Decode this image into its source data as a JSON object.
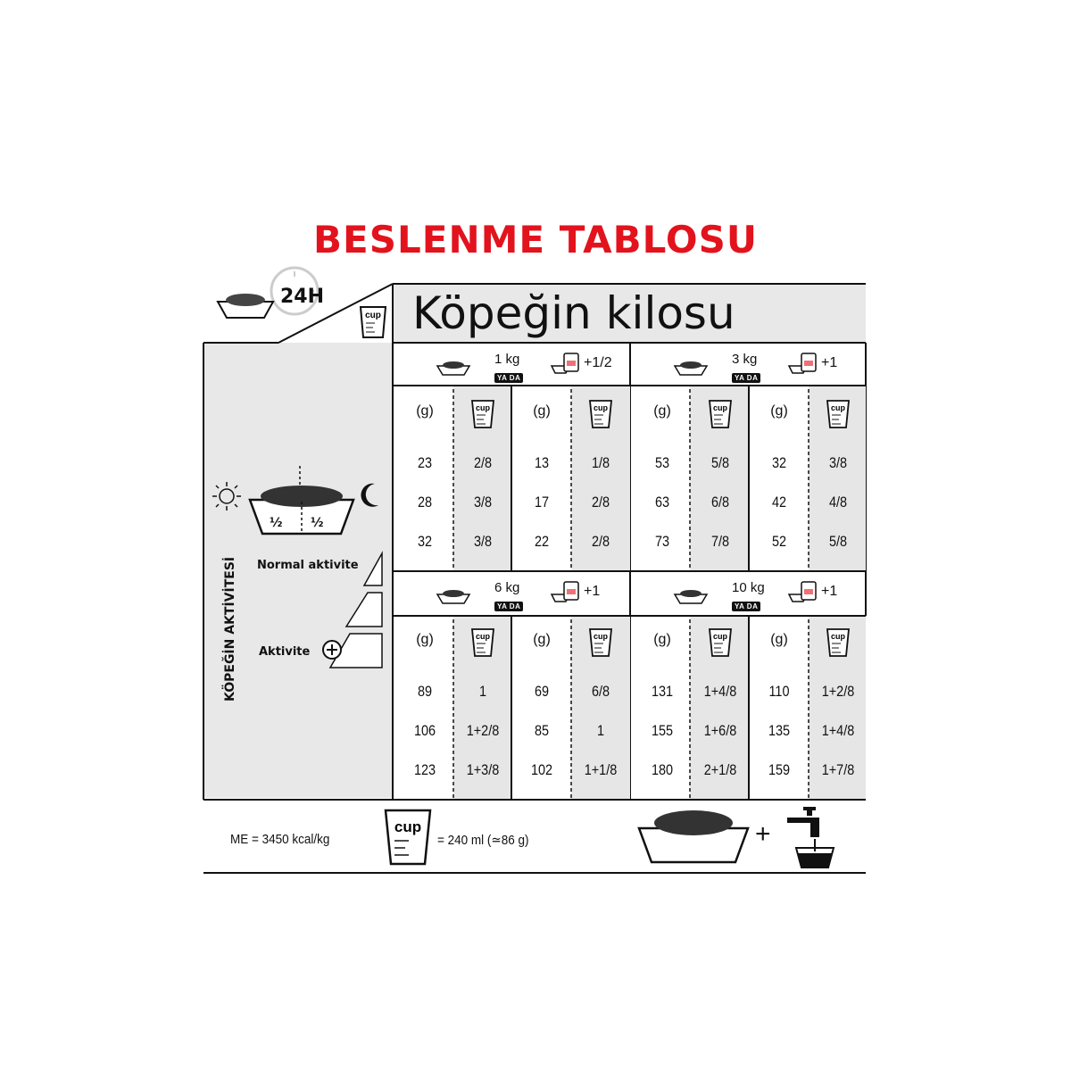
{
  "title": "BESLENME TABLOSU",
  "header": {
    "label_24h": "24H",
    "heading": "Köpeğin kilosu",
    "cup_label": "cup"
  },
  "sidebar": {
    "vertical_label": "KÖPEĞİN AKTİVİTESİ",
    "half_left": "½",
    "half_right": "½",
    "normal_activity": "Normal aktivite",
    "plus_activity": "Aktivite"
  },
  "yada": "YA DA",
  "gram_label": "(g)",
  "blocks": [
    {
      "weight": "1 kg",
      "extra": "+1/2",
      "rows": [
        [
          "23",
          "2/8",
          "13",
          "1/8"
        ],
        [
          "28",
          "3/8",
          "17",
          "2/8"
        ],
        [
          "32",
          "3/8",
          "22",
          "2/8"
        ]
      ]
    },
    {
      "weight": "3 kg",
      "extra": "+1",
      "rows": [
        [
          "53",
          "5/8",
          "32",
          "3/8"
        ],
        [
          "63",
          "6/8",
          "42",
          "4/8"
        ],
        [
          "73",
          "7/8",
          "52",
          "5/8"
        ]
      ]
    },
    {
      "weight": "6 kg",
      "extra": "+1",
      "rows": [
        [
          "89",
          "1",
          "69",
          "6/8"
        ],
        [
          "106",
          "1+2/8",
          "85",
          "1"
        ],
        [
          "123",
          "1+3/8",
          "102",
          "1+1/8"
        ]
      ]
    },
    {
      "weight": "10 kg",
      "extra": "+1",
      "rows": [
        [
          "131",
          "1+4/8",
          "110",
          "1+2/8"
        ],
        [
          "155",
          "1+6/8",
          "135",
          "1+4/8"
        ],
        [
          "180",
          "2+1/8",
          "159",
          "1+7/8"
        ]
      ]
    }
  ],
  "footer": {
    "energy": "ME = 3450 kcal/kg",
    "cup_label": "cup",
    "cup_equiv": "= 240 ml (≃86 g)",
    "plus": "+"
  }
}
